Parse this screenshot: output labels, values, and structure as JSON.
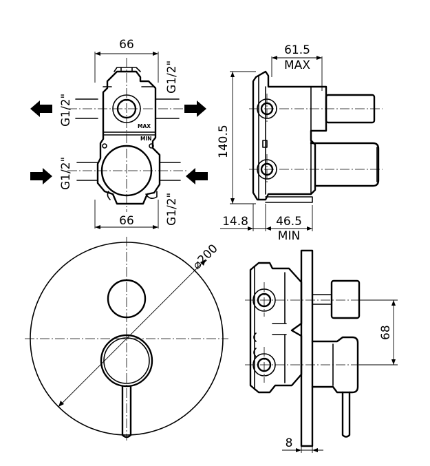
{
  "front_view": {
    "width_top": "66",
    "width_bottom": "66",
    "thread_upper_left": "G1/2\"",
    "thread_upper_right": "G1/2\"",
    "thread_lower_left": "G1/2\"",
    "thread_lower_right": "G1/2\"",
    "label_max": "MAX",
    "label_min": "MIN"
  },
  "side_view": {
    "depth_max": "61.5",
    "depth_max_label": "MAX",
    "height": "140.5",
    "offset": "14.8",
    "depth_min": "46.5",
    "depth_min_label": "MIN"
  },
  "plate_view": {
    "diameter": "⌀200"
  },
  "assembled_side_view": {
    "spacing": "68",
    "plate_thickness": "8"
  }
}
